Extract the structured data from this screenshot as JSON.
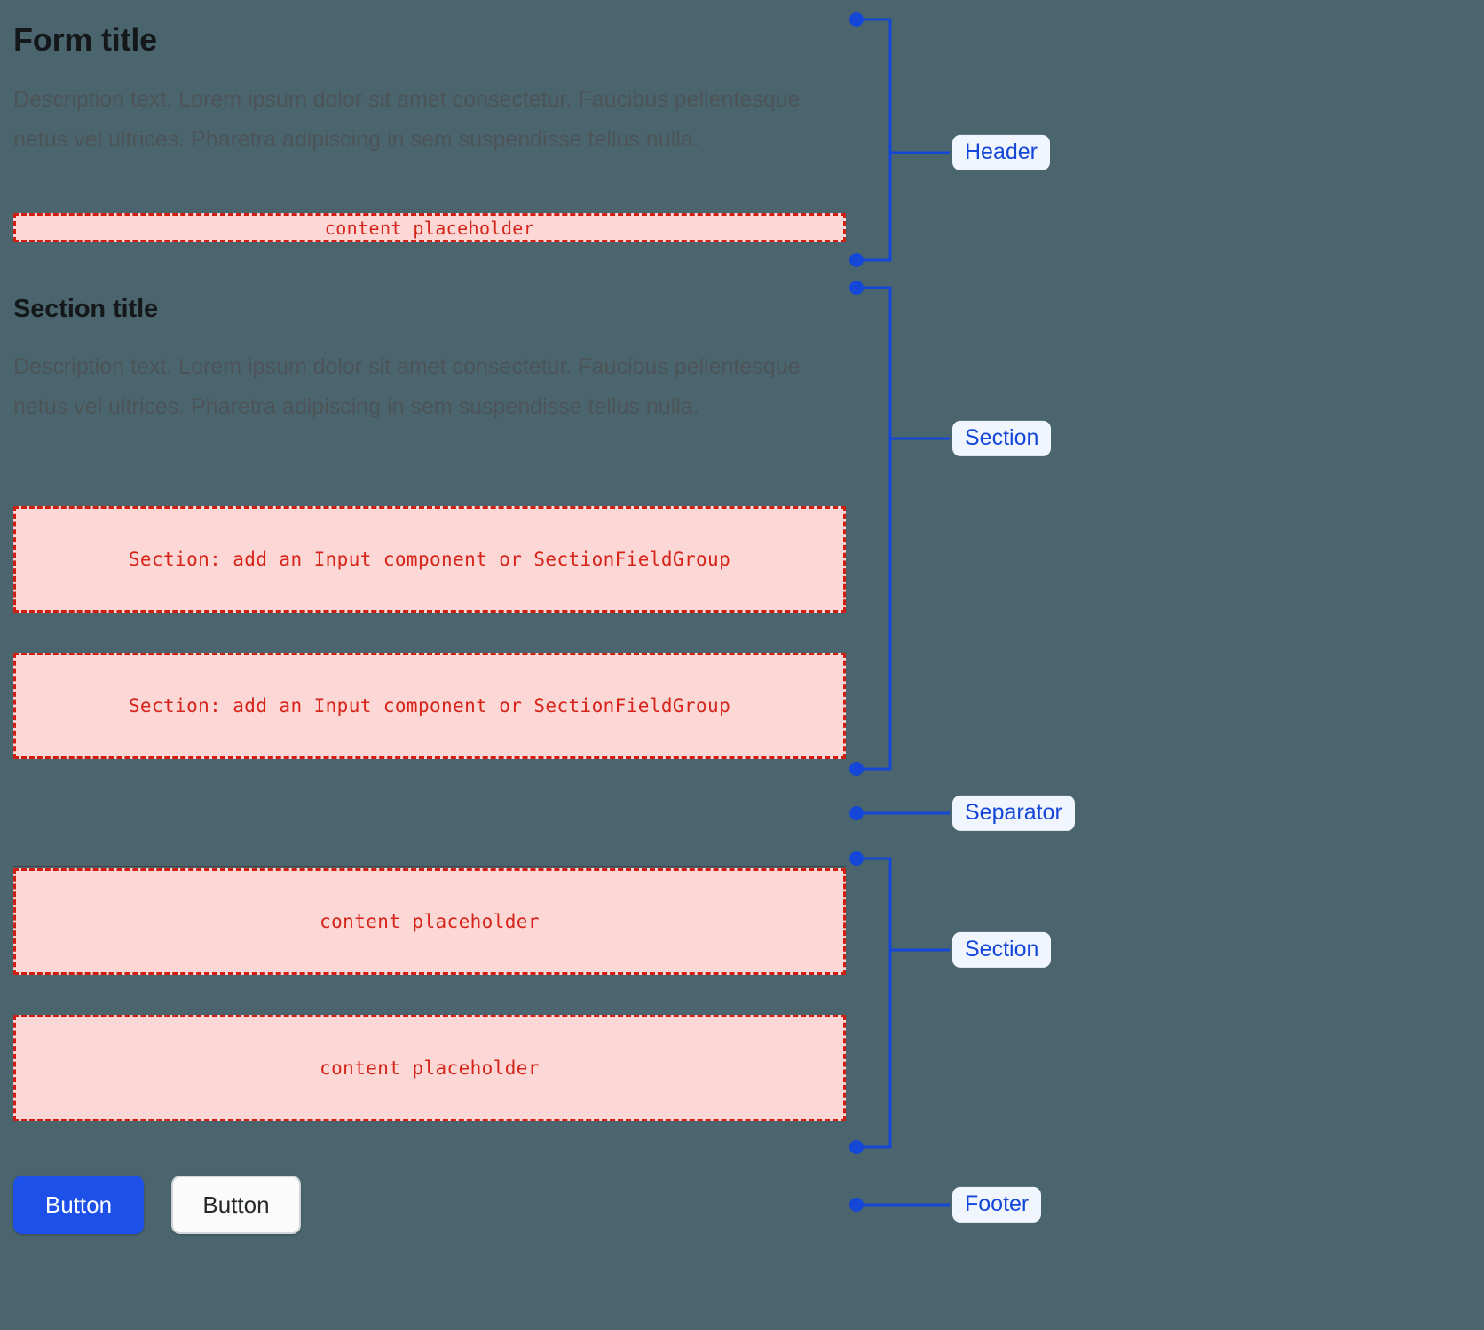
{
  "theme": {
    "background": "#4a656d",
    "annotation_color": "#1447d8",
    "annotation_label_bg": "#f1f6fe",
    "placeholder_fill": "#fbd7d5",
    "placeholder_border": "#d01e13",
    "placeholder_text": "#d7241a",
    "primary_button_bg": "#1c50e8",
    "secondary_button_bg": "#fbfbfb",
    "separator_color": "#3c4448",
    "title_color": "#14181a",
    "description_color": "#4d5458"
  },
  "header": {
    "title": "Form title",
    "description": "Description text. Lorem ipsum dolor sit amet consectetur. Faucibus pellentesque netus vel ultrices. Pharetra adipiscing in sem suspendisse tellus nulla.",
    "placeholder": "content placeholder"
  },
  "section": {
    "title": "Section title",
    "description": "Description text. Lorem ipsum dolor sit amet consectetur. Faucibus pellentesque netus vel ultrices. Pharetra adipiscing in sem suspendisse tellus nulla.",
    "field_placeholder_1": "Section: add an Input component or SectionFieldGroup",
    "field_placeholder_2": "Section: add an Input component or SectionFieldGroup"
  },
  "section_2": {
    "placeholder_1": "content placeholder",
    "placeholder_2": "content placeholder"
  },
  "footer": {
    "primary_label": "Button",
    "secondary_label": "Button"
  },
  "annotations": {
    "header": "Header",
    "section_top": "Section",
    "separator": "Separator",
    "section_bottom": "Section",
    "footer": "Footer"
  }
}
